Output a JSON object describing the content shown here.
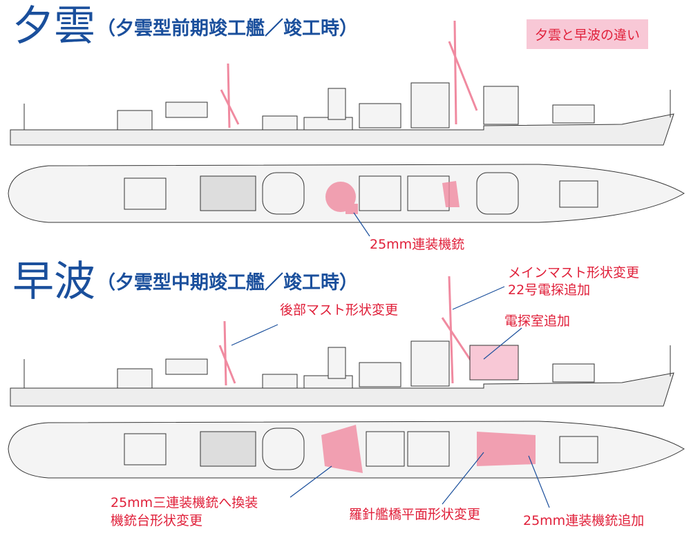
{
  "ship1": {
    "name": "夕雲",
    "subtitle": "（夕雲型前期竣工艦／竣工時）"
  },
  "ship2": {
    "name": "早波",
    "subtitle": "（夕雲型中期竣工艦／竣工時）"
  },
  "legend": {
    "label": "夕雲と早波の違い",
    "color": "#f8c8d6"
  },
  "annotations": {
    "ship1_aa": "25mm連装機銃",
    "main_mast_1": "メインマスト形状変更",
    "main_mast_2": "22号電探追加",
    "rear_mast": "後部マスト形状変更",
    "radar_room": "電探室追加",
    "triple_1": "25mm三連装機銃へ換装",
    "triple_2": "機銃台形状変更",
    "bridge": "羅針艦橋平面形状変更",
    "twin_add": "25mm連装機銃追加"
  },
  "colors": {
    "title": "#1a4f9c",
    "highlight": "#f08aa0",
    "note": "#e0203a",
    "leader": "#1a4f9c"
  }
}
